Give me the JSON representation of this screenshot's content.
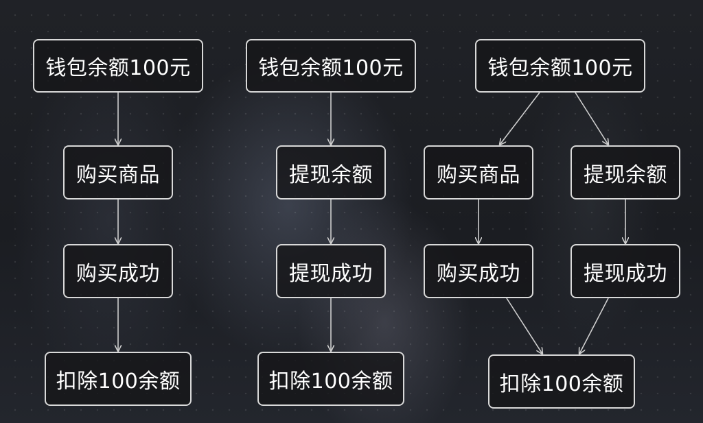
{
  "flows": [
    {
      "start": "钱包余额100元",
      "steps": [
        "购买商品",
        "购买成功"
      ],
      "end": "扣除100余额"
    },
    {
      "start": "钱包余额100元",
      "steps": [
        "提现余额",
        "提现成功"
      ],
      "end": "扣除100余额"
    },
    {
      "start": "钱包余额100元",
      "branches": [
        {
          "steps": [
            "购买商品",
            "购买成功"
          ]
        },
        {
          "steps": [
            "提现余额",
            "提现成功"
          ]
        }
      ],
      "end": "扣除100余额"
    }
  ],
  "colors": {
    "node_border": "#d9d9d9",
    "node_text": "#ffffff",
    "connector": "#cfcfcf"
  }
}
